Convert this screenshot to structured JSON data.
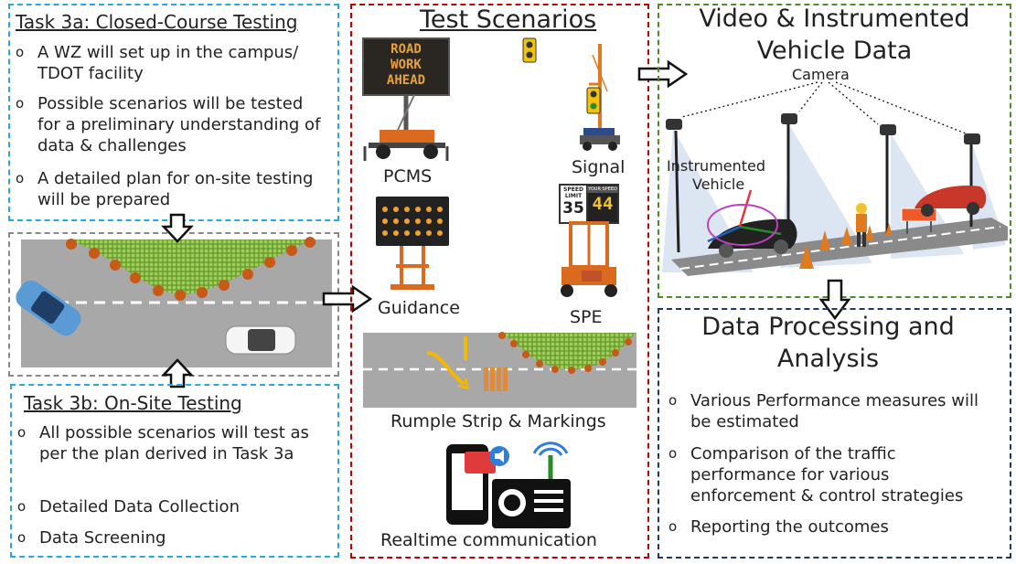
{
  "task3a": {
    "title": "Task 3a: Closed-Course Testing",
    "items": [
      "A WZ will set up in the campus/ TDOT facility",
      "Possible scenarios will be tested for a preliminary understanding of data & challenges",
      "A detailed plan for on-site testing will be prepared"
    ]
  },
  "task3b": {
    "title": "Task 3b: On-Site Testing",
    "items": [
      "All possible scenarios will test as per the plan derived in Task 3a",
      "Detailed Data Collection",
      "Data Screening"
    ]
  },
  "scenarios": {
    "title": "Test Scenarios",
    "pcms_sign": [
      "ROAD",
      "WORK",
      "AHEAD"
    ],
    "labels": {
      "pcms": "PCMS",
      "signal": "Signal",
      "guidance": "Guidance",
      "spe": "SPE",
      "rumple": "Rumple Strip & Markings",
      "realtime": "Realtime communication"
    },
    "speed_sign": {
      "top": "SPEED LIMIT",
      "limit": "35",
      "your": "YOUR SPEED",
      "speed": "44"
    }
  },
  "video": {
    "title_line1": "Video & Instrumented",
    "title_line2": "Vehicle Data",
    "camera_label": "Camera",
    "vehicle_label_line1": "Instrumented",
    "vehicle_label_line2": "Vehicle"
  },
  "processing": {
    "title_line1": "Data Processing and",
    "title_line2": "Analysis",
    "items": [
      "Various Performance measures will be estimated",
      "Comparison of the traffic performance for various enforcement & control strategies",
      "Reporting the outcomes"
    ]
  },
  "bullet_glyph": "o",
  "colors": {
    "task_border": "#29a8e0",
    "scenario_border": "#c00000",
    "video_border": "#4e8a2e",
    "processing_border": "#1f3864",
    "zone_border": "#8a8a8a"
  }
}
